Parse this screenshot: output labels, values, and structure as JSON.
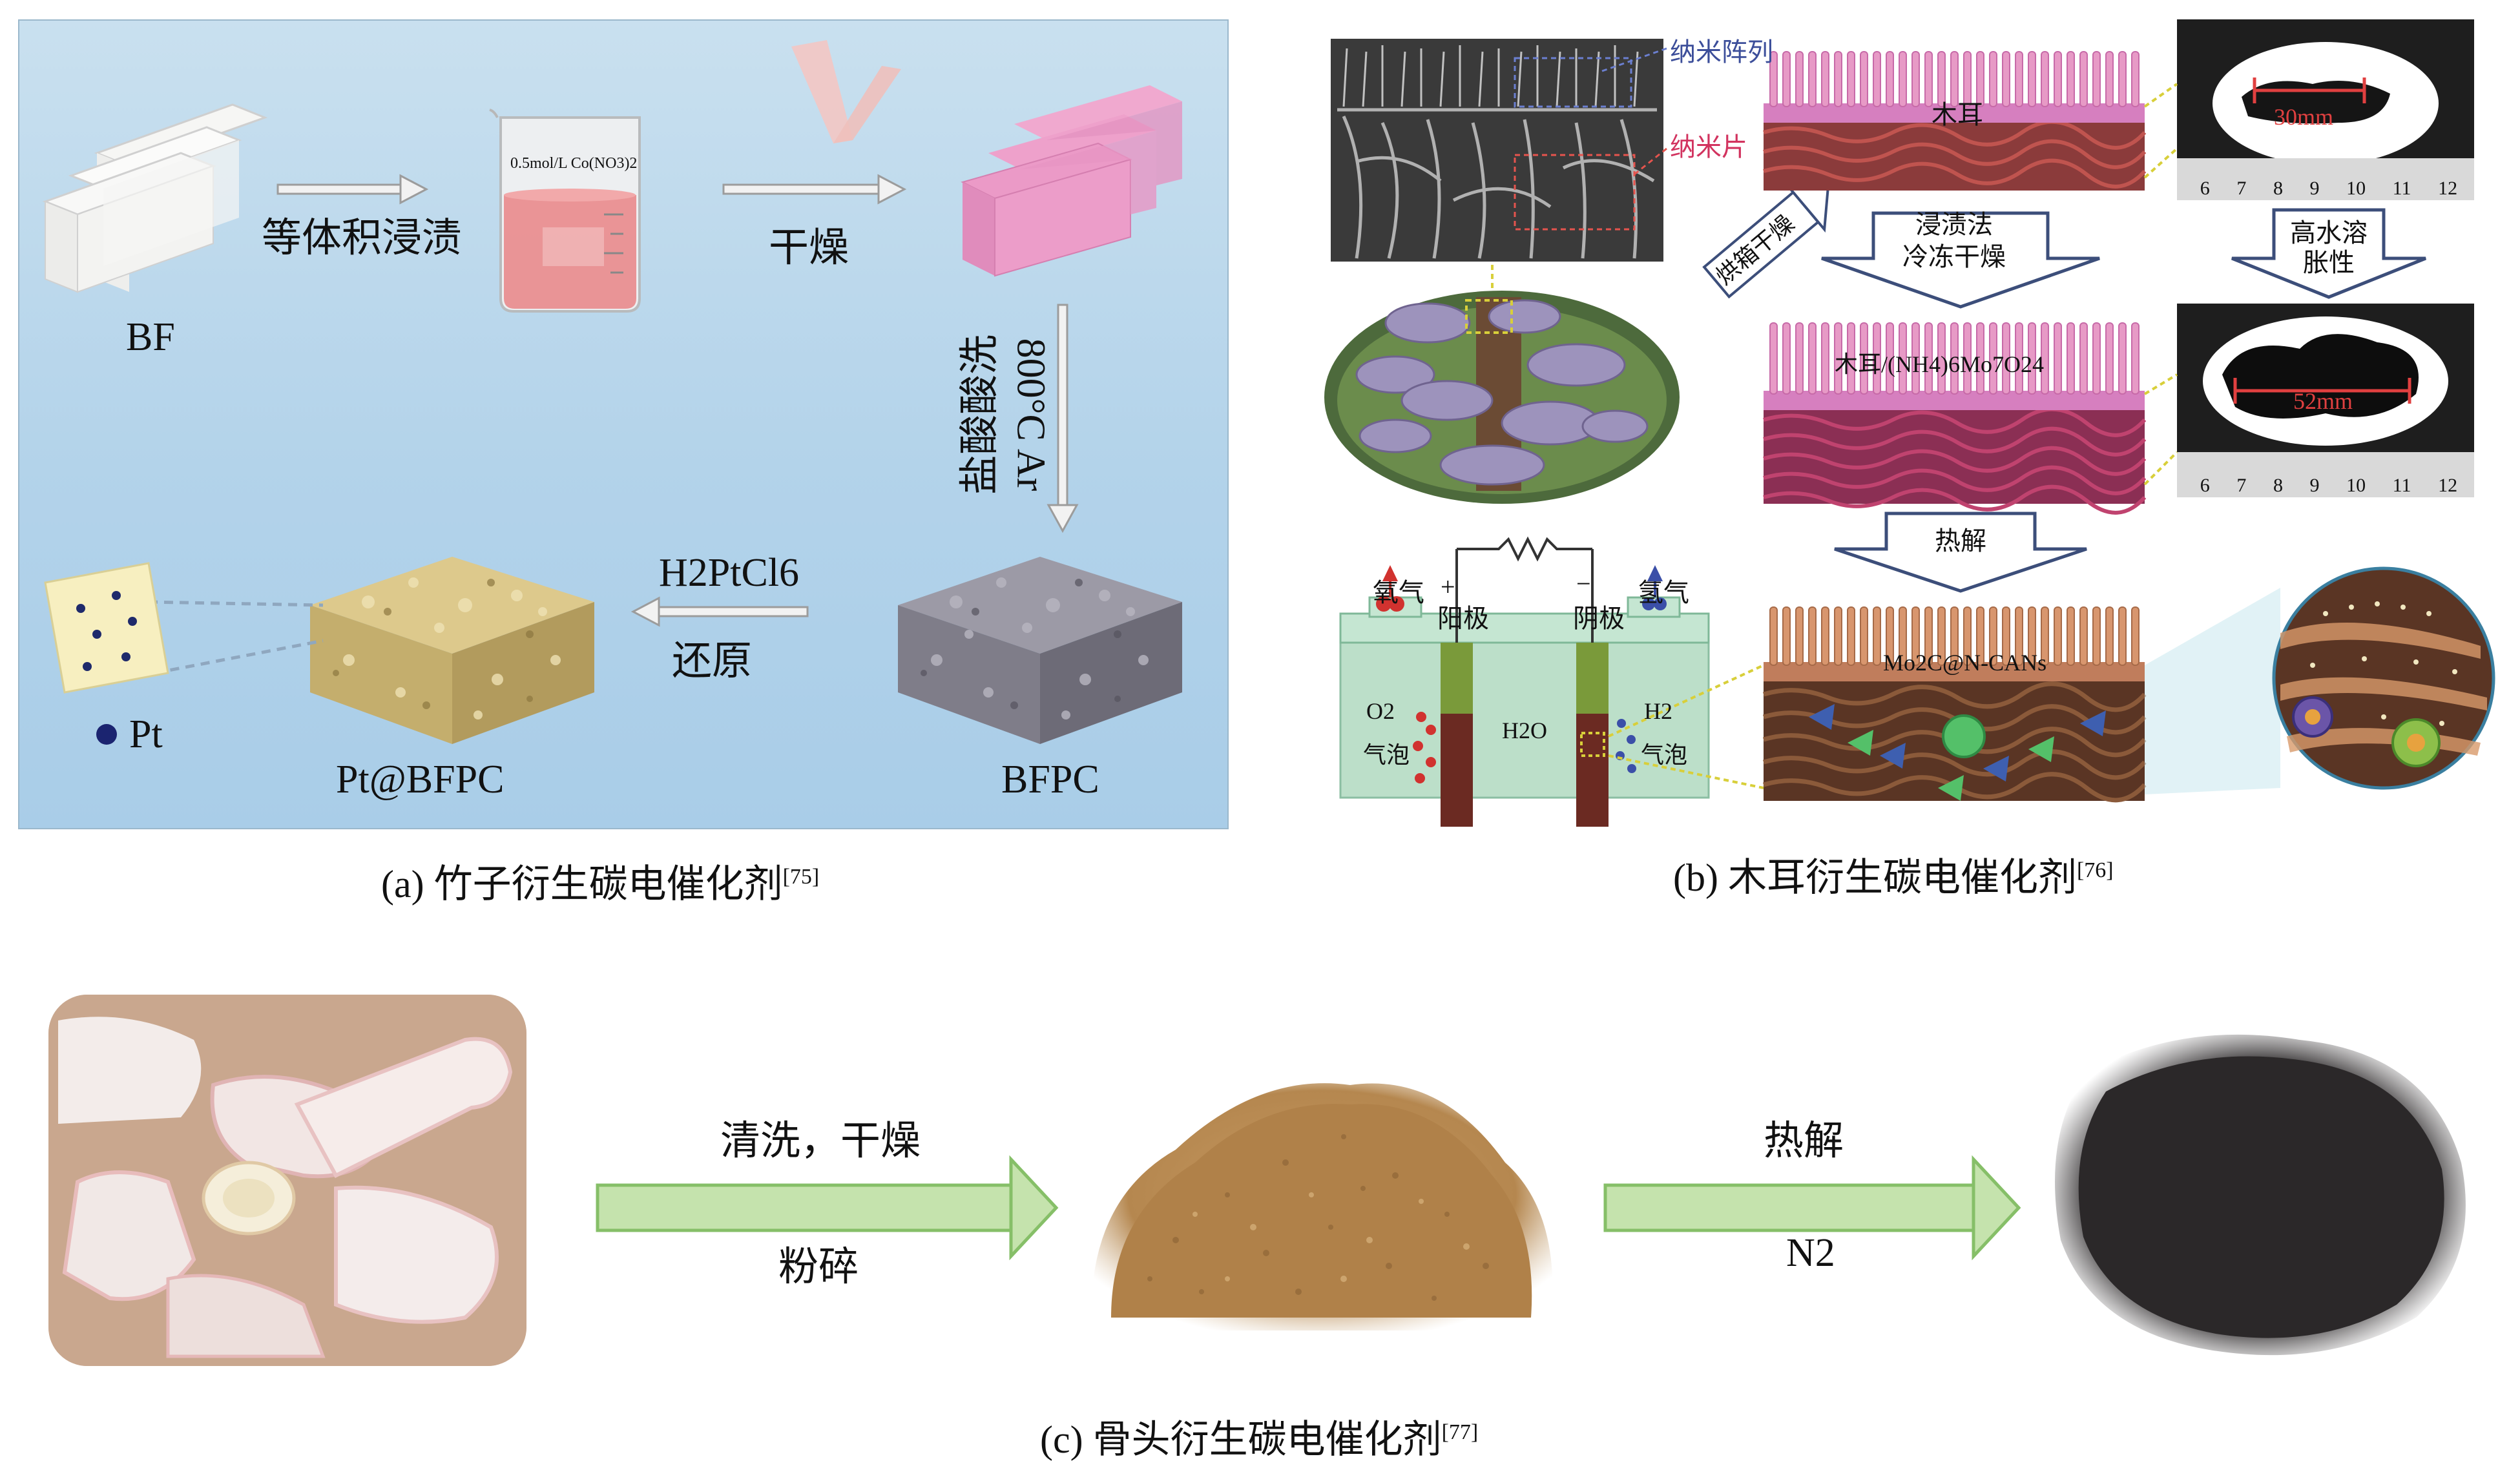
{
  "panel_a": {
    "caption_main": "(a) 竹子衍生碳电催化剂",
    "caption_ref": "[75]",
    "bf": "BF",
    "impregnation": "等体积浸渍",
    "beaker_label": "0.5mol/L Co(NO3)2",
    "drying": "干燥",
    "acid_wash": "盐酸酸洗",
    "calcination": "800°C Ar",
    "h2ptcl6": "H2PtCl6",
    "reduction": "还原",
    "pt_legend": "Pt",
    "pt_bfpc": "Pt@BFPC",
    "bfpc": "BFPC"
  },
  "panel_b": {
    "caption_main": "(b) 木耳衍生碳电催化剂",
    "caption_ref": "[76]",
    "nano_array": "纳米阵列",
    "nano_sheet": "纳米片",
    "muer": "木耳",
    "freeze_dry_diag": "烘箱干燥",
    "impregnation_method": "浸渍法",
    "freeze_drying": "冷冻干燥",
    "swelling": "高水溶胀性",
    "mm_30": "30mm",
    "mm_52": "52mm",
    "ruler_ticks": [
      "6",
      "7",
      "8",
      "9",
      "10",
      "11",
      "12"
    ],
    "muer_precursor": "木耳/(NH4)6Mo7O24",
    "pyrolysis": "热解",
    "oxygen": "氧气",
    "hydrogen": "氢气",
    "plus": "+",
    "minus": "−",
    "anode": "阳极",
    "cathode": "阴极",
    "o2": "O2",
    "bubbles_l": "气泡",
    "h2o": "H2O",
    "h2": "H2",
    "bubbles_r": "气泡",
    "product": "Mo2C@N-CANs"
  },
  "panel_c": {
    "caption_main": "(c) 骨头衍生碳电催化剂",
    "caption_ref": "[77]",
    "wash_dry": "清洗，干燥",
    "grind": "粉碎",
    "pyrolysis": "热解",
    "n2": "N2"
  },
  "colors": {
    "panel_a_bg": "#b3d3ea",
    "pink": "#e79ac6",
    "green_arrow": "#b7dba0",
    "tan": "#d8c38a",
    "gray_block": "#8a8a95"
  }
}
